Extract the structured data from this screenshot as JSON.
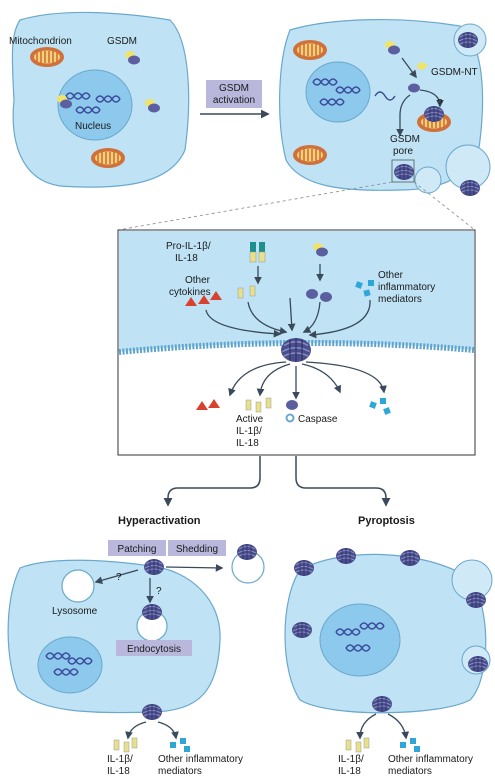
{
  "top": {
    "mitochondrion": "Mitochondrion",
    "gsdm": "GSDM",
    "nucleus": "Nucleus",
    "activation_line1": "GSDM",
    "activation_line2": "activation",
    "gsdm_nt": "GSDM-NT",
    "question": "?",
    "pore_line1": "GSDM",
    "pore_line2": "pore"
  },
  "inset": {
    "pro_il_line1": "Pro-IL-1β/",
    "pro_il_line2": "IL-18",
    "other_cytokines_line1": "Other",
    "other_cytokines_line2": "cytokines",
    "other_mediators_line1": "Other",
    "other_mediators_line2": "inflammatory",
    "other_mediators_line3": "mediators",
    "active_line1": "Active",
    "active_line2": "IL-1β/",
    "active_line3": "IL-18",
    "caspase": "Caspase"
  },
  "outcomes": {
    "hyperactivation": "Hyperactivation",
    "pyroptosis": "Pyroptosis",
    "patching": "Patching",
    "shedding": "Shedding",
    "lysosome": "Lysosome",
    "endocytosis": "Endocytosis",
    "question": "?",
    "il_line1": "IL-1β/",
    "il_line2": "IL-18",
    "mediators_line1": "Other inflammatory",
    "mediators_line2": "mediators"
  },
  "colors": {
    "cell_fill": "#bfe3f5",
    "cell_stroke": "#6aa8cc",
    "nucleus_fill": "#8cc9ec",
    "pore": "#4a4e8c",
    "label_box": "#b9b8dc",
    "mitochondrion": "#d0703a",
    "cytokine_red": "#d9412f",
    "il_yellow": "#e8e08a",
    "mediator_blue": "#2ea7d8",
    "arrow": "#3a4a5a"
  }
}
